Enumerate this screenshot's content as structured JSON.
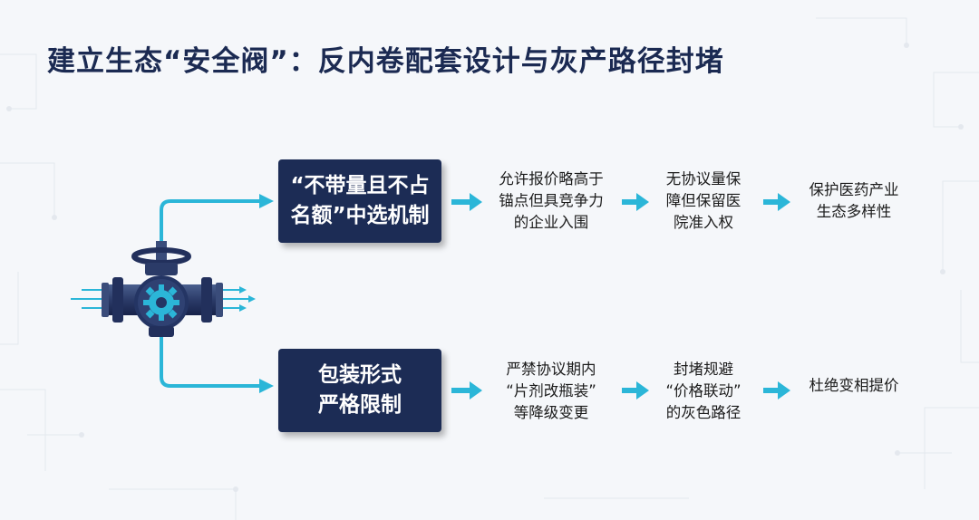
{
  "title": "建立生态“安全阀”：反内卷配套设计与灰产路径封堵",
  "icons": [
    "valve-gear-icon",
    "arrow-right-icon"
  ],
  "colors": {
    "box": "#1c2c55",
    "arrow": "#2bb6d8",
    "title": "#1b2a52"
  },
  "branches": [
    {
      "box_lines": [
        "“不带量且不占",
        "名额”中选机制"
      ],
      "steps": [
        [
          "允许报价略高于",
          "锚点但具竞争力",
          "的企业入围"
        ],
        [
          "无协议量保",
          "障但保留医",
          "院准入权"
        ],
        [
          "保护医药产业",
          "生态多样性"
        ]
      ]
    },
    {
      "box_lines": [
        "包装形式",
        "严格限制"
      ],
      "steps": [
        [
          "严禁协议期内",
          "“片剂改瓶装”",
          "等降级变更"
        ],
        [
          "封堵规避",
          "“价格联动”",
          "的灰色路径"
        ],
        [
          "杜绝变相提价"
        ]
      ]
    }
  ]
}
